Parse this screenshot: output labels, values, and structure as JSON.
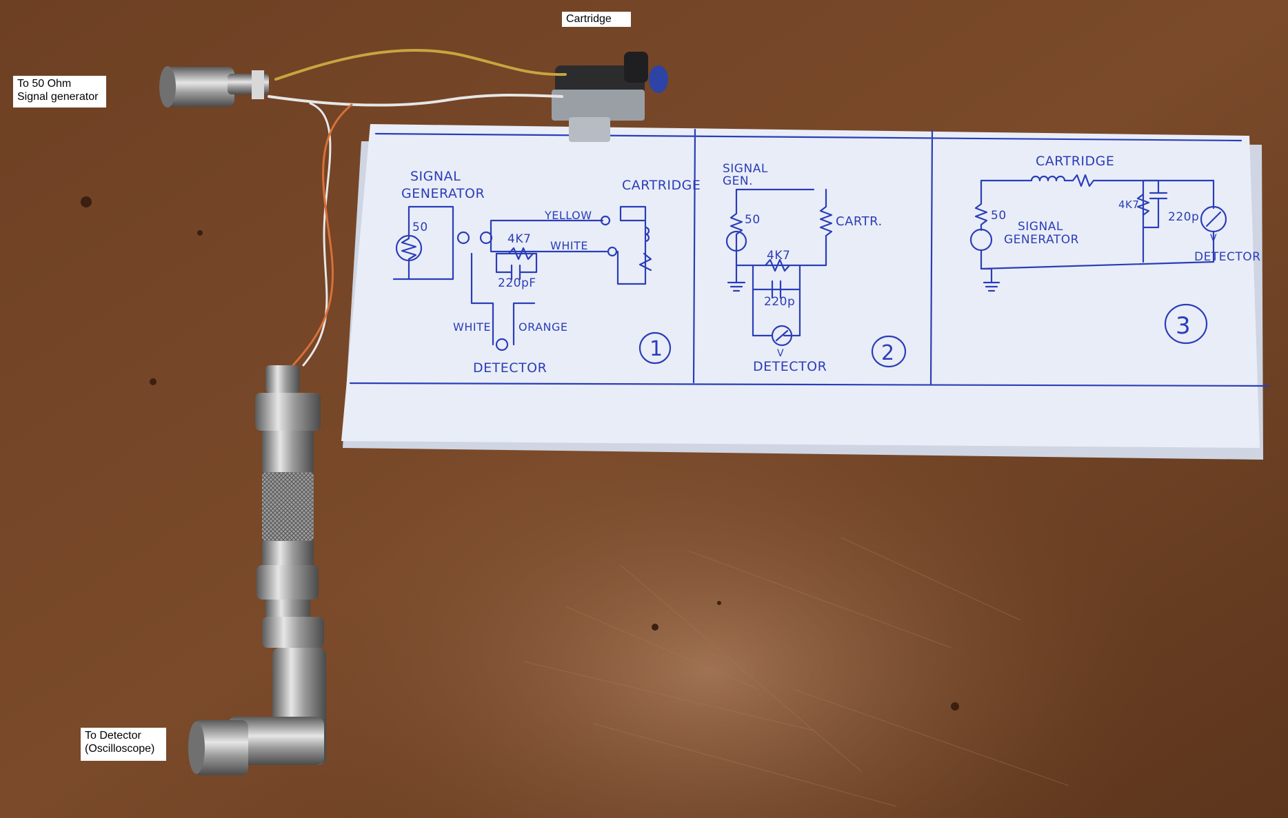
{
  "callouts": {
    "cartridge": "Cartridge",
    "signal_generator": "To 50 Ohm\nSignal generator",
    "detector": "To Detector\n(Oscilloscope)"
  },
  "sketch": {
    "panel1": {
      "signal_generator": "SIGNAL",
      "generator": "GENERATOR",
      "cartridge": "CARTRIDGE",
      "r50": "50",
      "yellow": "YELLOW",
      "white_top": "WHITE",
      "r4k7": "4K7",
      "c220": "220pF",
      "white_bottom": "WHITE",
      "orange": "ORANGE",
      "detector": "DETECTOR",
      "number": "1"
    },
    "panel2": {
      "signal": "SIGNAL",
      "gen": "GEN.",
      "r50": "50",
      "cartr": "CARTR.",
      "r4k7": "4K7",
      "c220": "220p",
      "v": "V",
      "detector": "DETECTOR",
      "number": "2"
    },
    "panel3": {
      "cartridge": "CARTRIDGE",
      "r50": "50",
      "signal": "SIGNAL",
      "generator": "GENERATOR",
      "r4k7": "4K7",
      "c220": "220p",
      "v": "V",
      "detector": "DETECTOR",
      "number": "3"
    }
  },
  "colors": {
    "desk": "#6b3f22",
    "paper": "#e9edf7",
    "ink": "#2a3db8",
    "metal": "#b8b8b8"
  }
}
